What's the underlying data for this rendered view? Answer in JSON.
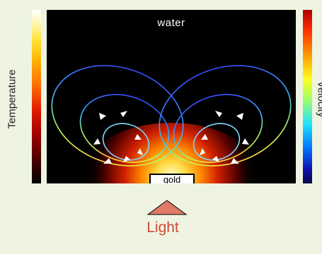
{
  "temperature_label": "Temperature",
  "velocity_label": "Velocity",
  "water_label": "water",
  "gold_label": "gold",
  "light_label": "Light",
  "colors": {
    "background": "#eef4e1",
    "light_arrow": "#e07a68",
    "light_text": "#d04a3a"
  }
}
